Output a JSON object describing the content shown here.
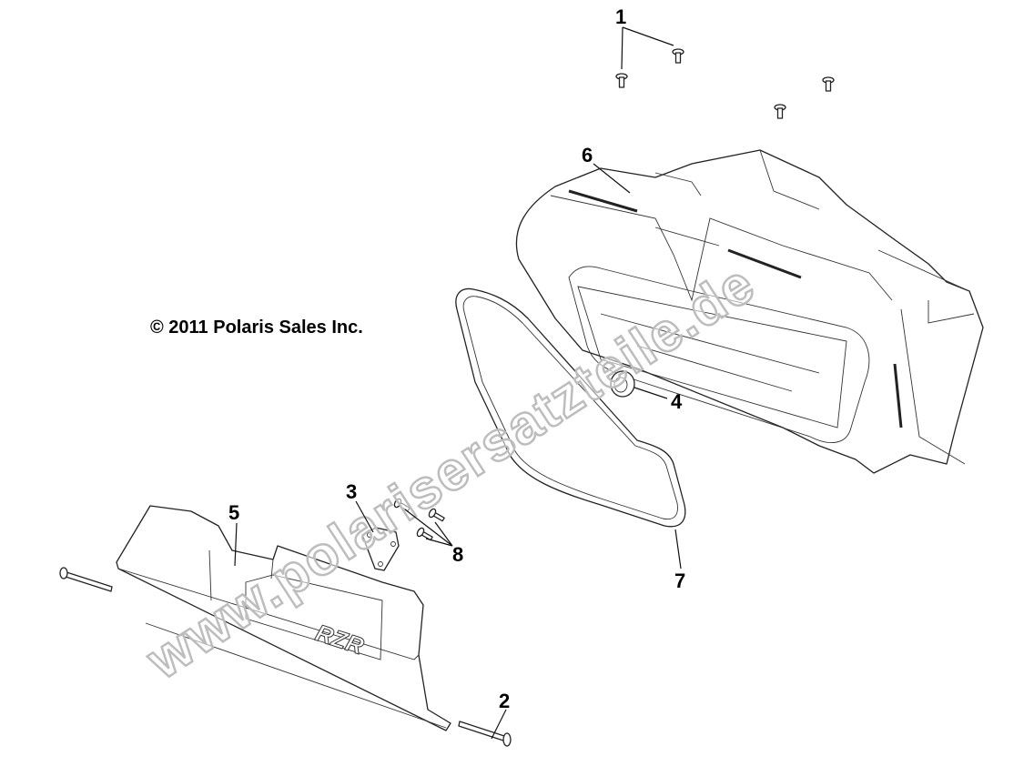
{
  "copyright": "© 2011 Polaris Sales Inc.",
  "watermark": "www.polarisersatzteile.de",
  "emblem_text": "RZR",
  "callouts": [
    "1",
    "2",
    "3",
    "4",
    "5",
    "6",
    "7",
    "8"
  ],
  "colors": {
    "line": "#222222",
    "watermark": "#bdbdbd",
    "background": "#ffffff"
  }
}
